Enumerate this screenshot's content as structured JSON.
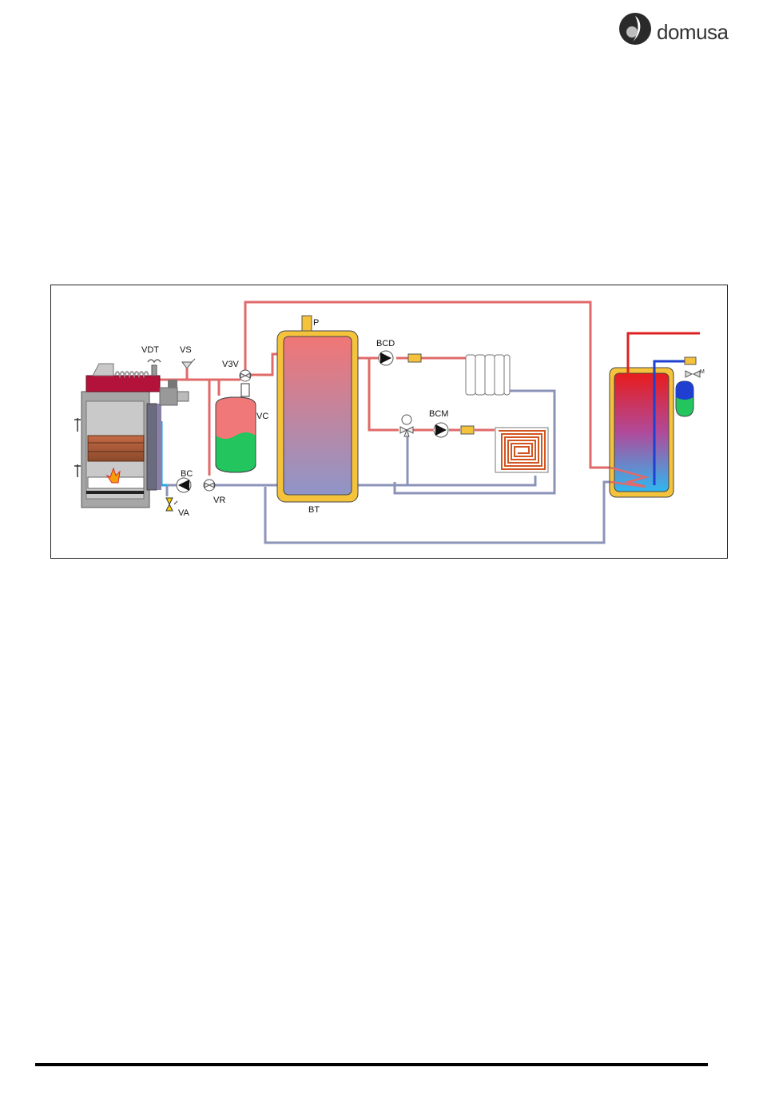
{
  "header": {
    "brand_name": "domusa"
  },
  "diagram": {
    "labels": {
      "vdt": "VDT",
      "vs": "VS",
      "v3v": "V3V",
      "p": "P",
      "bcd": "BCD",
      "vc": "VC",
      "bcm": "BCM",
      "bc": "BC",
      "vr": "VR",
      "va": "VA",
      "bt": "BT"
    },
    "colors": {
      "hot_pipe": "#e06a6a",
      "cold_pipe": "#8c93b8",
      "tank_jacket": "#f5c33b",
      "expansion_top": "#f07878",
      "expansion_bottom": "#22c55e",
      "dhw_hot": "#e02020",
      "dhw_cold": "#1e3fd0"
    }
  }
}
